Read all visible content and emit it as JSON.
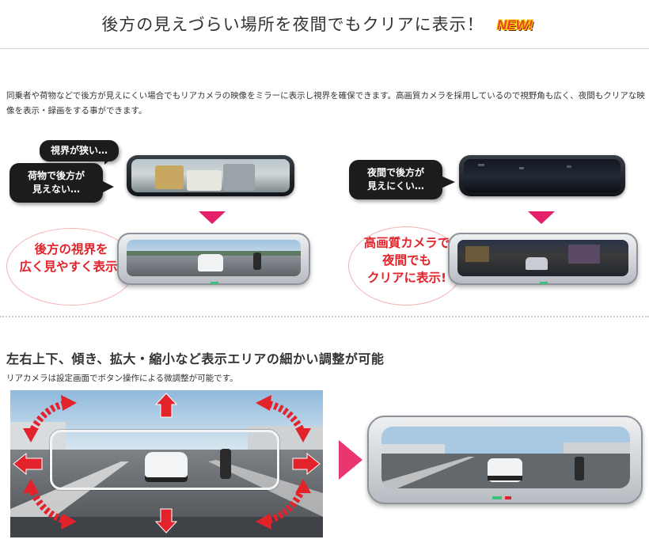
{
  "header": {
    "title": "後方の見えづらい場所を夜間でもクリアに表示！",
    "badge": "NEW!"
  },
  "intro": "同乗者や荷物などで後方が見えにくい場合でもリアカメラの映像をミラーに表示し視界を確保できます。高画質カメラを採用しているので視野角も広く、夜間もクリアな映像を表示・録画をする事ができます。",
  "left_panel": {
    "bubble1": "視界が狭い…",
    "bubble2_line1": "荷物で後方が",
    "bubble2_line2": "見えない…",
    "caption_line1": "後方の視界を",
    "caption_line2": "広く見やすく表示!"
  },
  "right_panel": {
    "bubble_line1": "夜間で後方が",
    "bubble_line2": "見えにくい…",
    "caption_line1": "高画質カメラで",
    "caption_line2": "夜間でも",
    "caption_line3": "クリアに表示!"
  },
  "adjust": {
    "heading": "左右上下、傾き、拡大・縮小など表示エリアの細かい調整が可能",
    "subtext": "リアカメラは設定画面でボタン操作による微調整が可能です。"
  },
  "colors": {
    "accent_red": "#e2232b",
    "arrow_pink": "#e4206a",
    "badge_red": "#e8402a"
  }
}
